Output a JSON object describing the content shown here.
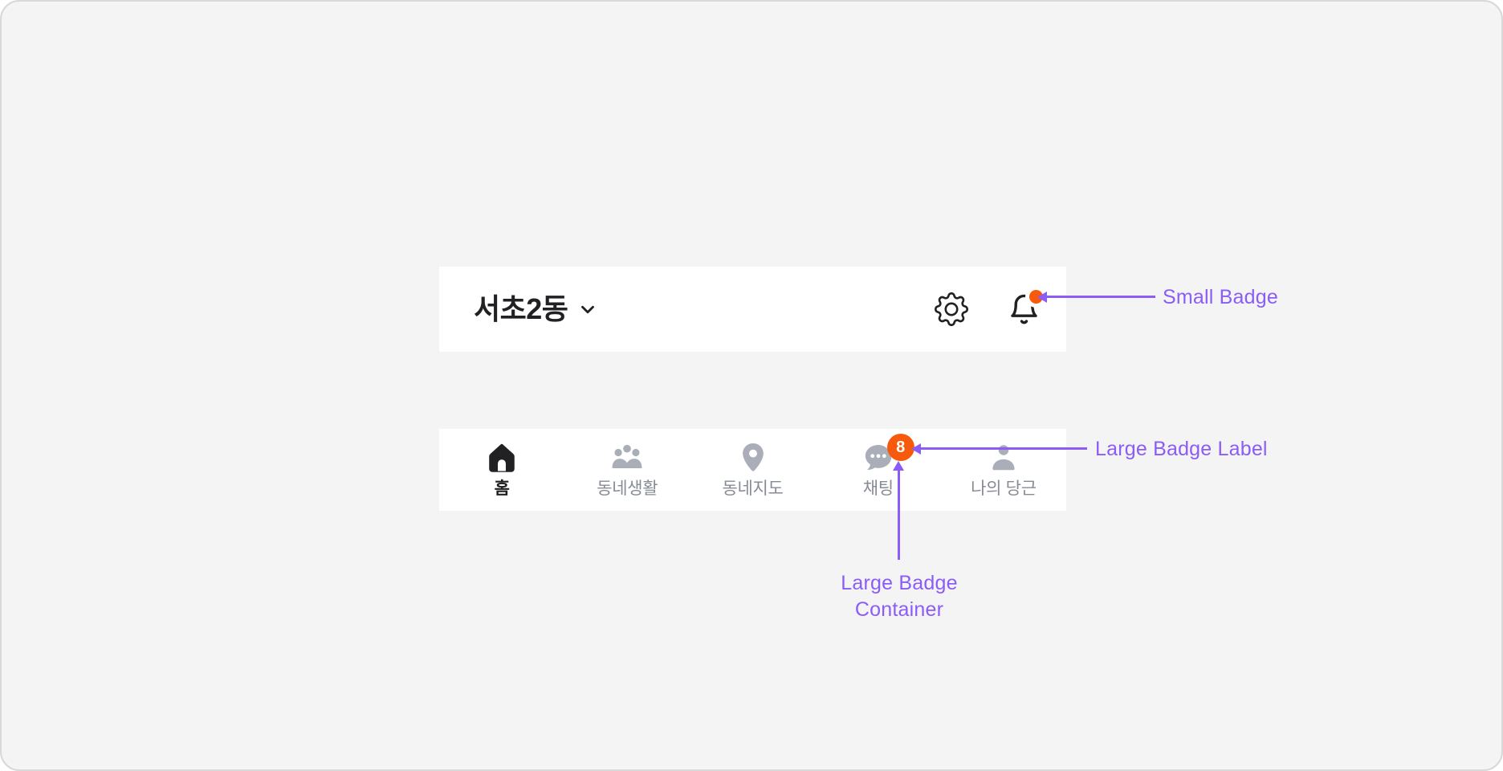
{
  "app": {
    "header": {
      "location": "서초2동",
      "chevron_icon": "chevron-down",
      "gear_icon": "gear",
      "bell_icon": "bell",
      "small_badge_color": "#f75a0c"
    },
    "tabbar": {
      "items": [
        {
          "label": "홈",
          "icon": "home-icon",
          "active": true
        },
        {
          "label": "동네생활",
          "icon": "people-group-icon",
          "active": false
        },
        {
          "label": "동네지도",
          "icon": "map-pin-icon",
          "active": false
        },
        {
          "label": "채팅",
          "icon": "chat-bubble-icon",
          "active": false,
          "badge": "8"
        },
        {
          "label": "나의 당근",
          "icon": "person-icon",
          "active": false
        }
      ],
      "badge_color": "#f75a0c"
    }
  },
  "annotations": {
    "small_badge_label": "Small Badge",
    "large_badge_label": "Large Badge Label",
    "large_badge_container_line1": "Large Badge",
    "large_badge_container_line2": "Container",
    "accent_color": "#8b5cf6"
  },
  "colors": {
    "background": "#f4f4f5",
    "card": "#ffffff",
    "text_primary": "#212124",
    "text_inactive": "#868b94",
    "icon_inactive": "#a9aeb8",
    "badge_orange": "#f75a0c",
    "annotation_purple": "#8b5cf6"
  }
}
